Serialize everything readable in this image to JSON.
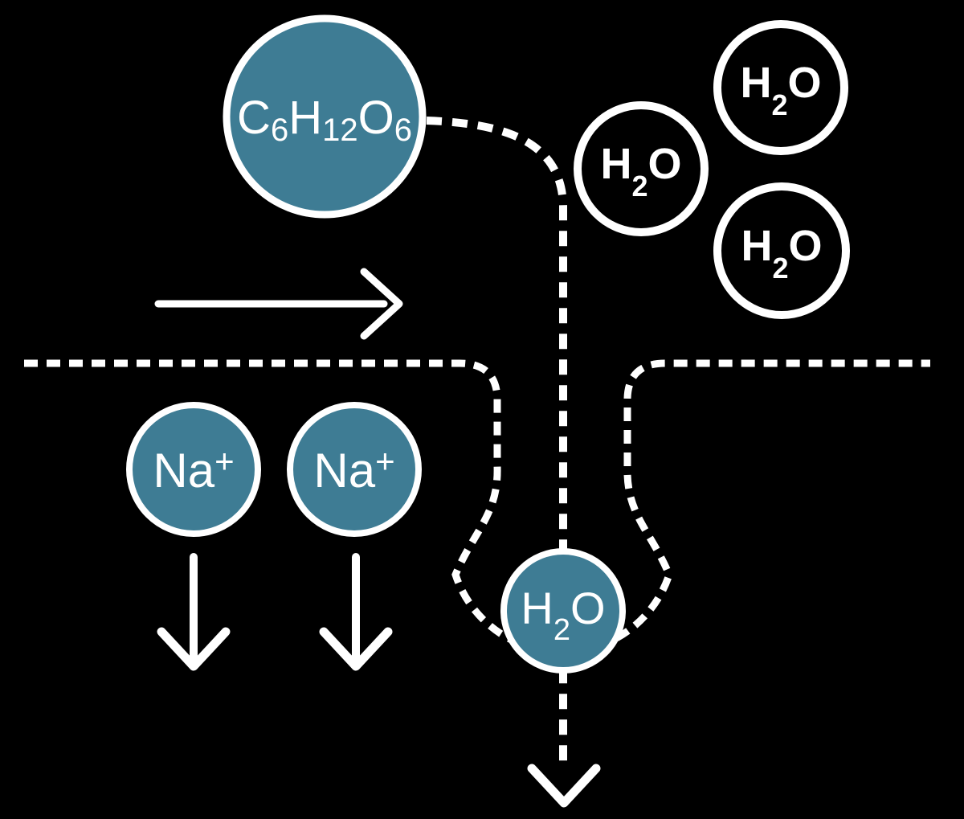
{
  "colors": {
    "molecule_fill_teal": "#3E7C94",
    "line_white": "#FFFFFF",
    "background_black": "#000000"
  },
  "molecules": {
    "glucose": {
      "c": "C",
      "c_count": "6",
      "h": "H",
      "h_count": "12",
      "o": "O",
      "o_count": "6"
    },
    "water": {
      "h": "H",
      "h_count": "2",
      "o": "O"
    },
    "sodium": {
      "symbol": "Na",
      "charge": "+"
    }
  }
}
